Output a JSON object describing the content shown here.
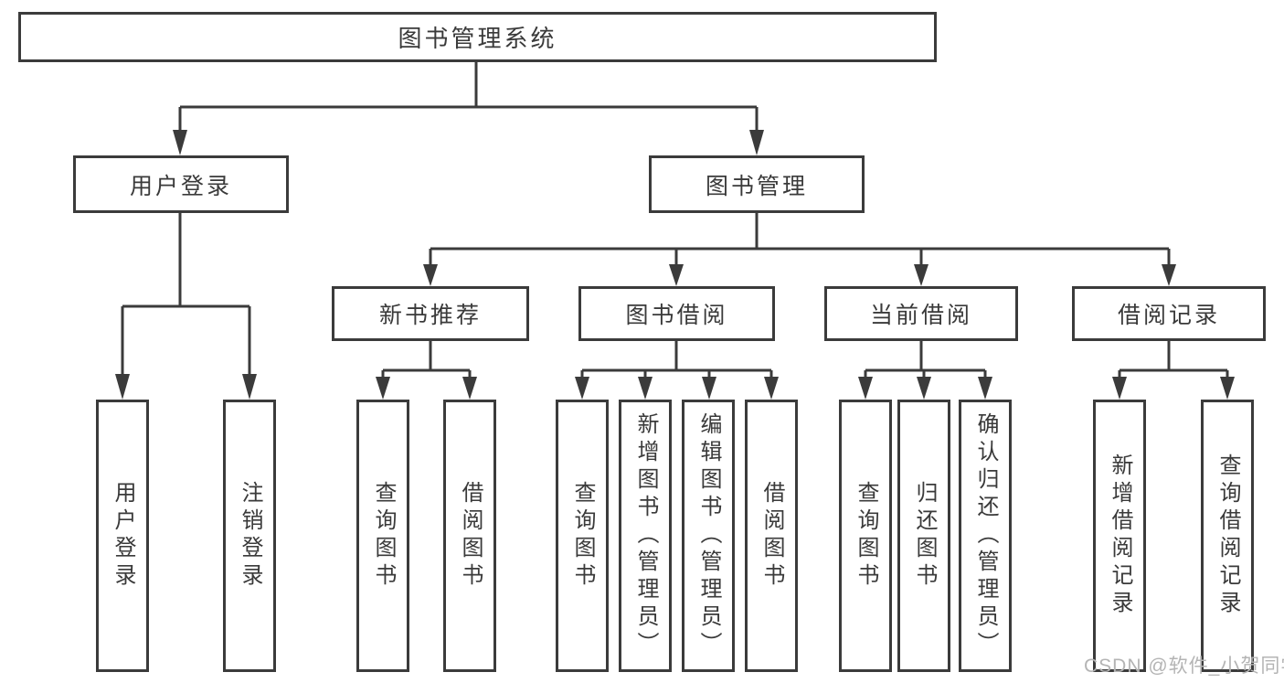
{
  "diagram": {
    "type": "hierarchy-flowchart",
    "colors": {
      "line": "#3b3b3b",
      "box_border": "#3b3b3b",
      "text": "#3a3a3a",
      "background": "#ffffff",
      "watermark": "#b4b4b4"
    },
    "tree": {
      "root": "图书管理系统",
      "children": [
        {
          "label": "用户登录",
          "children": [
            "用户登录",
            "注销登录"
          ]
        },
        {
          "label": "图书管理",
          "children": [
            {
              "label": "新书推荐",
              "children": [
                "查询图书",
                "借阅图书"
              ]
            },
            {
              "label": "图书借阅",
              "children": [
                "查询图书",
                "新增图书（管理员）",
                "编辑图书（管理员）",
                "借阅图书"
              ]
            },
            {
              "label": "当前借阅",
              "children": [
                "查询图书",
                "归还图书",
                "确认归还（管理员）"
              ]
            },
            {
              "label": "借阅记录",
              "children": [
                "新增借阅记录",
                "查询借阅记录"
              ]
            }
          ]
        }
      ]
    },
    "watermark": {
      "text": "CSDN @软件_小贺同学"
    }
  }
}
